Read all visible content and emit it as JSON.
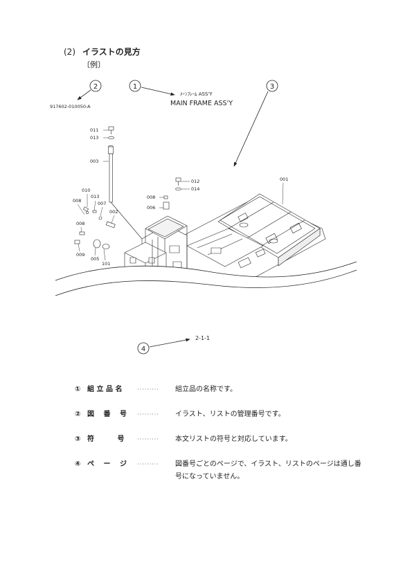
{
  "header": {
    "number": "(2)",
    "title": "イラストの見方",
    "example": "〔例〕"
  },
  "callouts": {
    "c1": "1",
    "c2": "2",
    "c3": "3",
    "c4": "4"
  },
  "illustration": {
    "drawing_number": "917602-010050-A",
    "assembly_name_kana": "ﾒｰﾝﾌﾚｰﾑ ASS'Y",
    "assembly_name": "MAIN FRAME ASS'Y",
    "page_ref": "2-1-1",
    "part_labels": {
      "p011": "011",
      "p013a": "013",
      "p003": "003",
      "p010": "010",
      "p013b": "013",
      "p008a": "008",
      "p007": "007",
      "p002": "002",
      "p008b": "008",
      "p009": "009",
      "p005": "005",
      "p101": "101",
      "p012": "012",
      "p014": "014",
      "p008c": "008",
      "p006": "006",
      "p001": "001"
    }
  },
  "legend": [
    {
      "mark": "①",
      "term": "組 立 品 名",
      "dots": "·········",
      "desc": "組立品の名称です。"
    },
    {
      "mark": "②",
      "term": "図　 番　 号",
      "dots": "·········",
      "desc": "イラスト、リストの管理番号です。"
    },
    {
      "mark": "③",
      "term": "符　　　 号",
      "dots": "·········",
      "desc": "本文リストの符号と対応しています。"
    },
    {
      "mark": "④",
      "term": "ペ　 ー　 ジ",
      "dots": "·········",
      "desc": "図番号ごとのページで、イラスト、リストのページは通し番",
      "desc_cont": "号になっていません。"
    }
  ]
}
